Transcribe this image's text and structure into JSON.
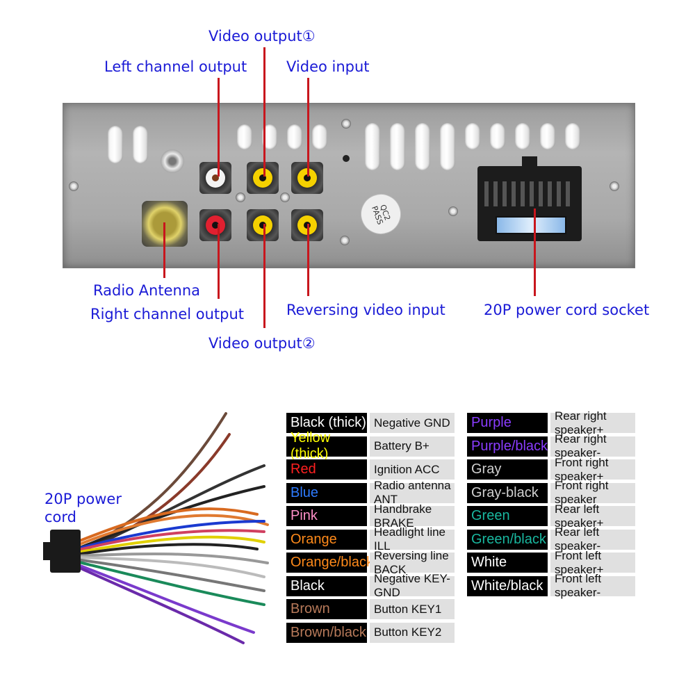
{
  "labels": {
    "video_output_1": "Video output①",
    "left_channel_output": "Left channel output",
    "video_input": "Video input",
    "radio_antenna": "Radio Antenna",
    "right_channel_output": "Right channel output",
    "reversing_video_input": "Reversing video input",
    "power_cord_socket": "20P power cord socket",
    "video_output_2": "Video output②",
    "power_cord_line1": "20P power",
    "power_cord_line2": "cord"
  },
  "stamp": {
    "line1": "QC2",
    "line2": "PASS"
  },
  "wiring_left": [
    {
      "color_name": "Black (thick)",
      "text_color": "#ffffff",
      "function": "Negative GND"
    },
    {
      "color_name": "Yellow (thick)",
      "text_color": "#ffff00",
      "function": "Battery B+"
    },
    {
      "color_name": "Red",
      "text_color": "#ff2020",
      "function": "Ignition ACC"
    },
    {
      "color_name": "Blue",
      "text_color": "#2e7bff",
      "function": "Radio antenna ANT"
    },
    {
      "color_name": "Pink",
      "text_color": "#ff8fc8",
      "function": "Handbrake BRAKE"
    },
    {
      "color_name": "Orange",
      "text_color": "#ff8a1a",
      "function": "Headlight line ILL"
    },
    {
      "color_name": "Orange/black",
      "text_color": "#ff8a1a",
      "function": "Reversing line BACK"
    },
    {
      "color_name": "Black",
      "text_color": "#ffffff",
      "function": "Negative KEY-GND"
    },
    {
      "color_name": "Brown",
      "text_color": "#b87a5a",
      "function": "Button KEY1"
    },
    {
      "color_name": "Brown/black",
      "text_color": "#b87a5a",
      "function": "Button KEY2"
    }
  ],
  "wiring_right": [
    {
      "color_name": "Purple",
      "text_color": "#8a3cff",
      "function": "Rear right speaker+"
    },
    {
      "color_name": "Purple/black",
      "text_color": "#8a3cff",
      "function": "Rear right speaker-"
    },
    {
      "color_name": "Gray",
      "text_color": "#d0d0d0",
      "function": "Front right speaker+"
    },
    {
      "color_name": "Gray-black",
      "text_color": "#d0d0d0",
      "function": "Front right speaker"
    },
    {
      "color_name": "Green",
      "text_color": "#19b8a0",
      "function": "Rear left speaker+"
    },
    {
      "color_name": "Green/black",
      "text_color": "#19b8a0",
      "function": "Rear left speaker-"
    },
    {
      "color_name": "White",
      "text_color": "#ffffff",
      "function": "Front left speaker+"
    },
    {
      "color_name": "White/black",
      "text_color": "#ffffff",
      "function": "Front left speaker-"
    }
  ],
  "colors": {
    "label_blue": "#1a1ad6",
    "lead_red": "#c8161d"
  }
}
